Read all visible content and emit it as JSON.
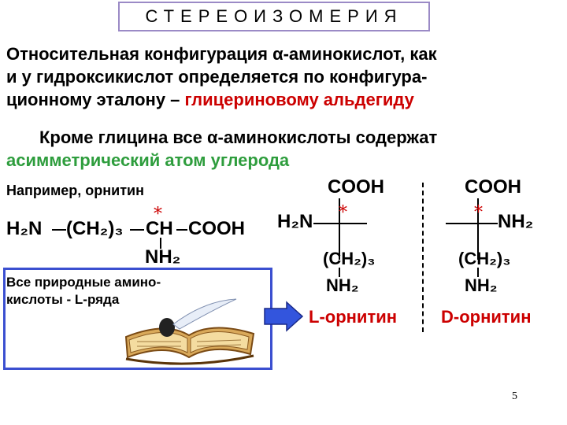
{
  "slide": {
    "title": "СТЕРЕОИЗОМЕРИЯ",
    "paragraph1": {
      "line1": "Относительная конфигурация α-аминокислот, как",
      "line2": "и у гидроксикислот определяется по конфигура-",
      "line3_plain": "ционному эталону – ",
      "line3_red": "глицериновому альдегиду"
    },
    "paragraph2": {
      "line1": "Кроме глицина все α-аминокислоты содержат",
      "line2_green": "асимметрический атом углерода"
    },
    "example_label": "Например, орнитин",
    "star": "*",
    "formula": {
      "h2n": "H₂N",
      "ch2_3": "(CH₂)₃",
      "ch": "CH",
      "cooh": "COOH",
      "nh2": "NH₂"
    },
    "note": {
      "line1": "Все природные амино-",
      "line2": "кислоты -  L-ряда"
    },
    "l_ornithine": {
      "cooh": "COOH",
      "h2n": "H₂N",
      "ch2_3": "(CH₂)₃",
      "nh2": "NH₂",
      "label": "L-орнитин"
    },
    "d_ornithine": {
      "cooh": "COOH",
      "nh2_right": "NH₂",
      "ch2_3": "(CH₂)₃",
      "nh2": "NH₂",
      "label": "D-орнитин"
    },
    "page_number": "5",
    "colors": {
      "accent_red": "#cc0000",
      "accent_green": "#2e9d3d",
      "frame_blue": "#3b4fd0",
      "arrow_blue": "#3355dd",
      "title_border": "#9b8ac6"
    }
  }
}
